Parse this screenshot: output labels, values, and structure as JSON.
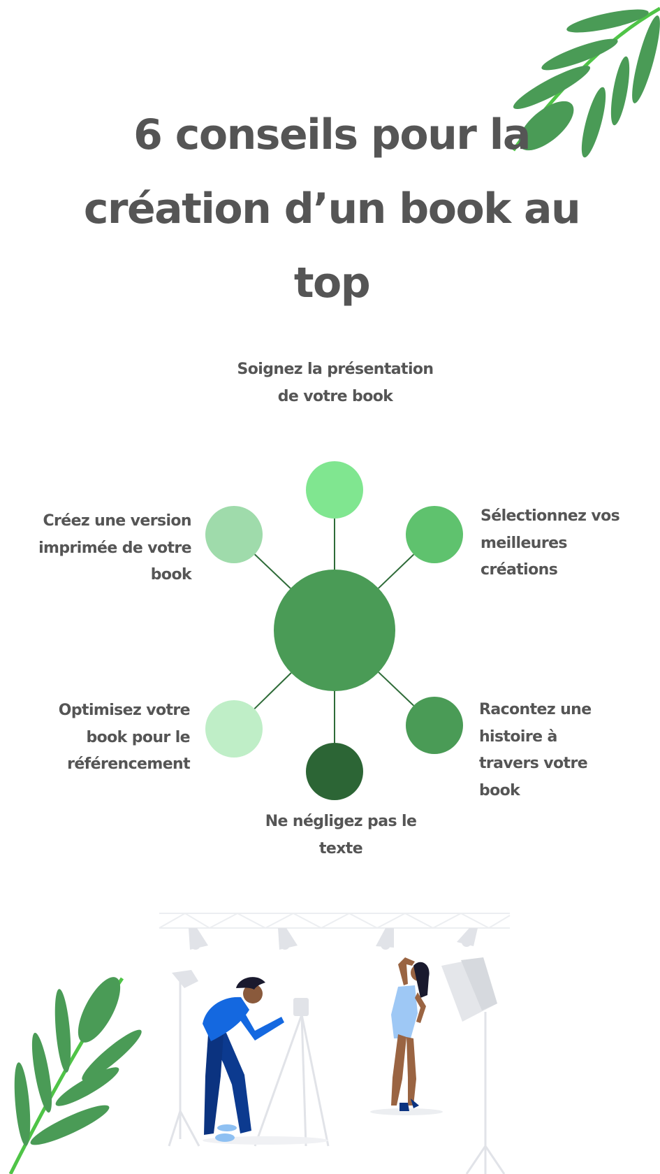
{
  "title": "6 conseils pour la création d’un book au top",
  "colors": {
    "text": "#555555",
    "center": "#4a9b56",
    "connector": "#2e6b38",
    "leaf": "#4a9b56",
    "leaf_light": "#4fc447"
  },
  "diagram": {
    "nodes": [
      {
        "label": "Soignez la présentation de votre book",
        "color": "#80e690"
      },
      {
        "label": "Sélectionnez vos meilleures créations",
        "color": "#5fc26e"
      },
      {
        "label": "Racontez une histoire à travers votre book",
        "color": "#4a9b56"
      },
      {
        "label": "Ne négligez pas le texte",
        "color": "#2c6535"
      },
      {
        "label": "Optimisez votre book pour le référencement",
        "color": "#bfeec7"
      },
      {
        "label": "Créez une version imprimée de votre book",
        "color": "#9fdbab"
      }
    ]
  }
}
